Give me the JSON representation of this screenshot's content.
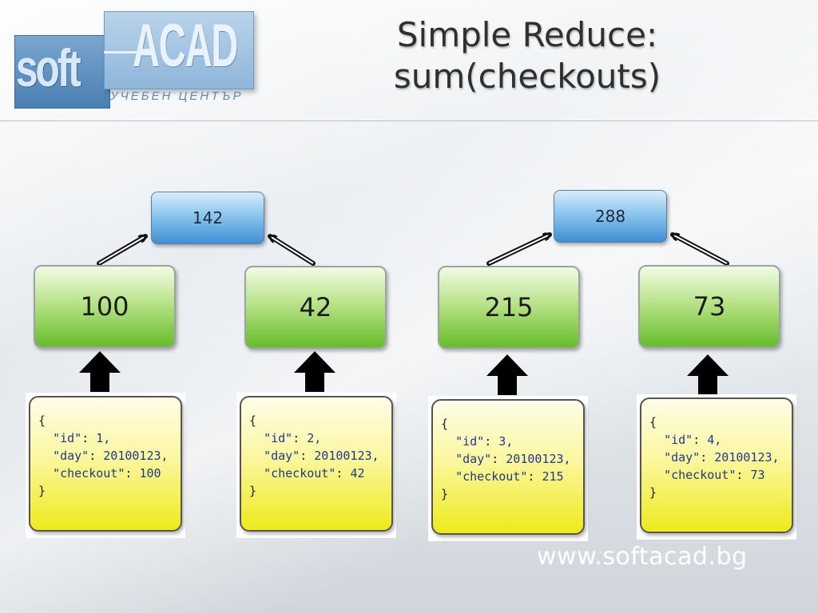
{
  "logo": {
    "soft": "soft",
    "acad": "ACAD",
    "subtitle": "УЧЕБЕН ЦЕНТЪР"
  },
  "title": {
    "line1": "Simple Reduce:",
    "line2": "sum(checkouts)"
  },
  "reduce_results": [
    "142",
    "288"
  ],
  "partials": [
    "100",
    "42",
    "215",
    "73"
  ],
  "documents": [
    {
      "open": "{",
      "id_key": "\"id\"",
      "id_val": "1,",
      "day_key": "\"day\"",
      "day_val": "20100123,",
      "checkout_key": "\"checkout\"",
      "checkout_val": "100",
      "close": "}"
    },
    {
      "open": "{",
      "id_key": "\"id\"",
      "id_val": "2,",
      "day_key": "\"day\"",
      "day_val": "20100123,",
      "checkout_key": "\"checkout\"",
      "checkout_val": "42",
      "close": "}"
    },
    {
      "open": "{",
      "id_key": "\"id\"",
      "id_val": "3,",
      "day_key": "\"day\"",
      "day_val": "20100123,",
      "checkout_key": "\"checkout\"",
      "checkout_val": "215",
      "close": "}"
    },
    {
      "open": "{",
      "id_key": "\"id\"",
      "id_val": "4,",
      "day_key": "\"day\"",
      "day_val": "20100123,",
      "checkout_key": "\"checkout\"",
      "checkout_val": "73",
      "close": "}"
    }
  ],
  "footer_url": "www.softacad.bg"
}
